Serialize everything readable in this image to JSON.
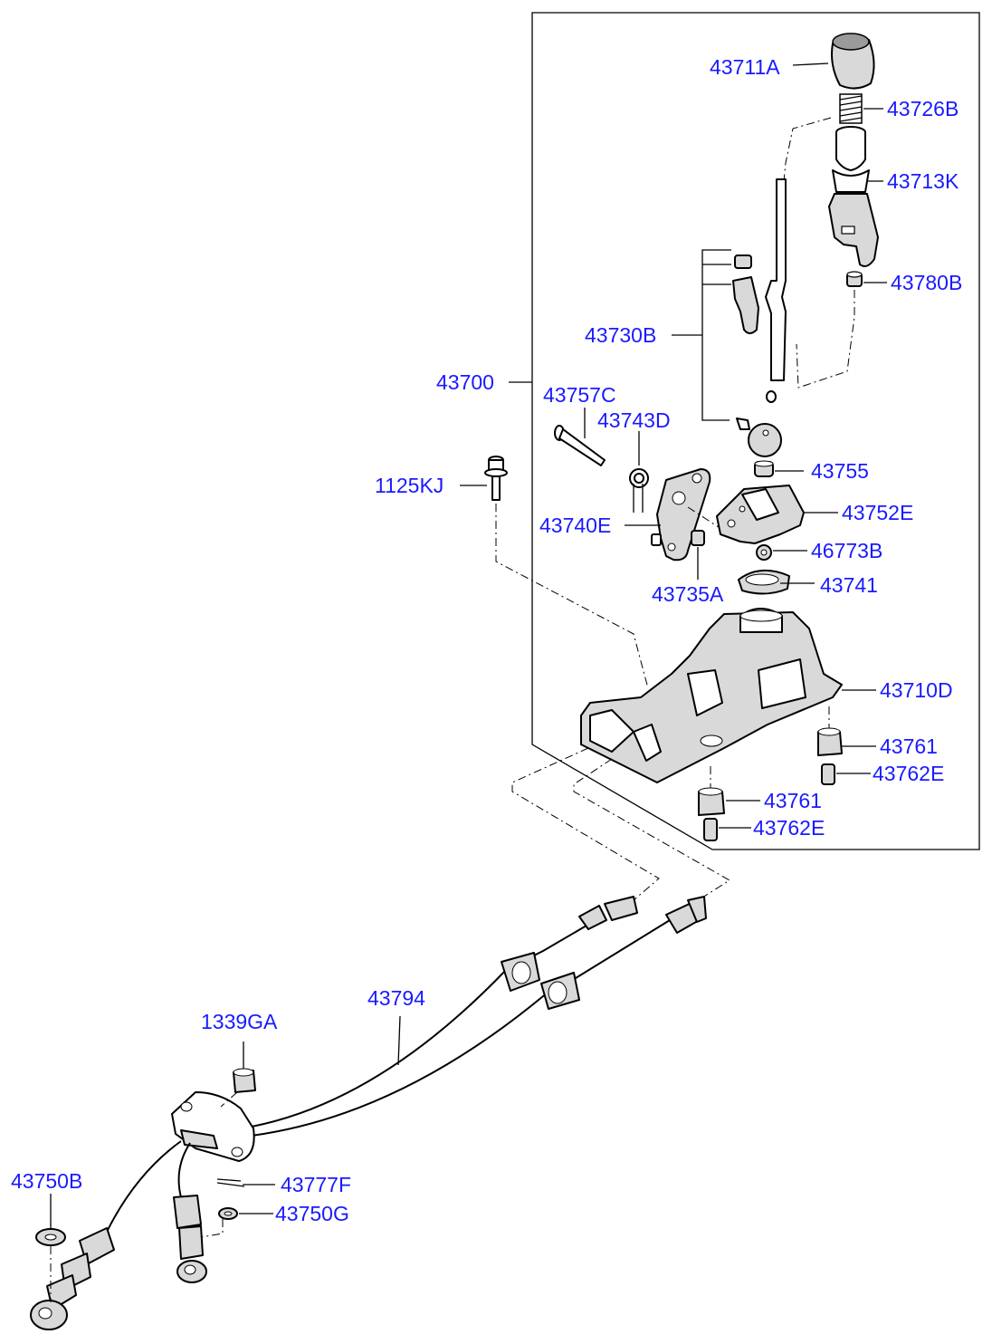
{
  "callouts": [
    {
      "id": "knob",
      "text": "43711A"
    },
    {
      "id": "spring-top",
      "text": "43726B"
    },
    {
      "id": "boot",
      "text": "43713K"
    },
    {
      "id": "bush-small",
      "text": "43780B"
    },
    {
      "id": "lever-kit",
      "text": "43730B"
    },
    {
      "id": "assembly",
      "text": "43700"
    },
    {
      "id": "pin",
      "text": "43757C"
    },
    {
      "id": "spring-torsion",
      "text": "43743D"
    },
    {
      "id": "bolt",
      "text": "1125KJ"
    },
    {
      "id": "collar",
      "text": "43755"
    },
    {
      "id": "housing",
      "text": "43752E"
    },
    {
      "id": "bracket",
      "text": "43740E"
    },
    {
      "id": "washer",
      "text": "46773B"
    },
    {
      "id": "ring",
      "text": "43741"
    },
    {
      "id": "bushing-pin",
      "text": "43735A"
    },
    {
      "id": "base",
      "text": "43710D"
    },
    {
      "id": "mount-right",
      "text": "43761"
    },
    {
      "id": "sleeve-right",
      "text": "43762E"
    },
    {
      "id": "mount-left",
      "text": "43761"
    },
    {
      "id": "sleeve-left",
      "text": "43762E"
    },
    {
      "id": "cable",
      "text": "43794"
    },
    {
      "id": "grommet",
      "text": "1339GA"
    },
    {
      "id": "washer-left",
      "text": "43750B"
    },
    {
      "id": "clip",
      "text": "43777F"
    },
    {
      "id": "washer-right",
      "text": "43750G"
    }
  ]
}
